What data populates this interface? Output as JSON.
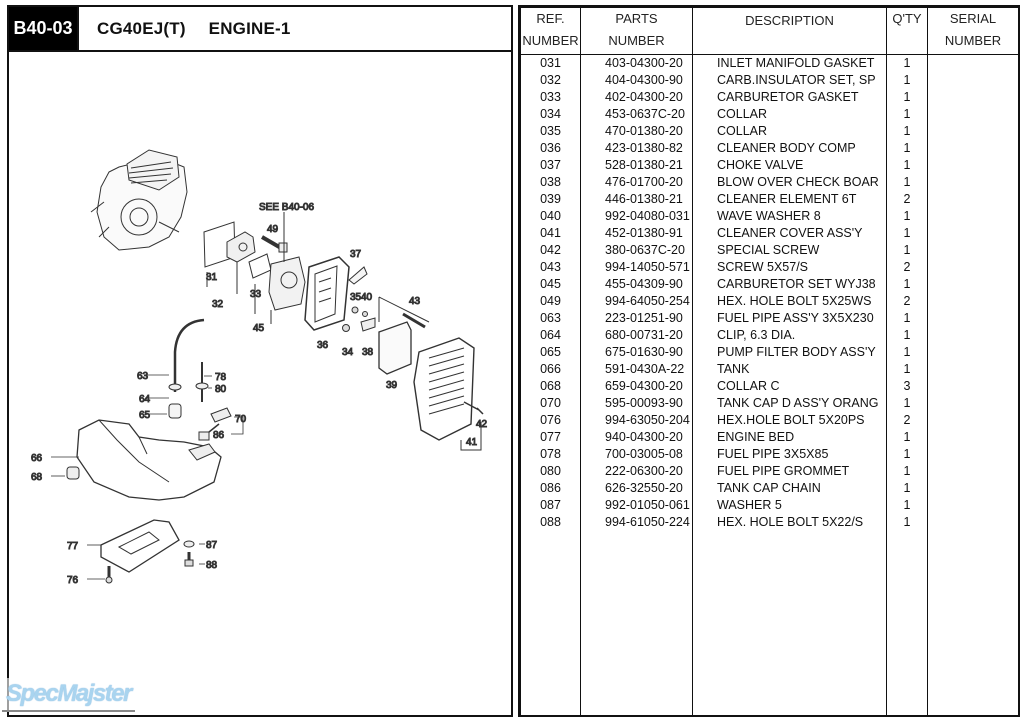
{
  "header": {
    "page_code": "B40-03",
    "model": "CG40EJ(T)",
    "section": "ENGINE-1"
  },
  "diagram": {
    "reference_note": "SEE B40-06",
    "callouts": [
      "31",
      "32",
      "33",
      "34",
      "35",
      "36",
      "37",
      "38",
      "39",
      "40",
      "41",
      "42",
      "43",
      "45",
      "49",
      "63",
      "64",
      "65",
      "66",
      "68",
      "70",
      "76",
      "77",
      "78",
      "80",
      "86",
      "87",
      "88"
    ]
  },
  "watermark": "SpecMajster",
  "table": {
    "headers": {
      "ref": [
        "REF.",
        "NUMBER"
      ],
      "parts": [
        "PARTS",
        "NUMBER"
      ],
      "description": "DESCRIPTION",
      "qty": "Q'TY",
      "serial": [
        "SERIAL",
        "NUMBER"
      ]
    },
    "rows": [
      {
        "ref": "031",
        "part": "403-04300-20",
        "desc": "INLET MANIFOLD GASKET",
        "qty": "1"
      },
      {
        "ref": "032",
        "part": "404-04300-90",
        "desc": "CARB.INSULATOR SET, SP",
        "qty": "1"
      },
      {
        "ref": "033",
        "part": "402-04300-20",
        "desc": "CARBURETOR GASKET",
        "qty": "1"
      },
      {
        "ref": "034",
        "part": "453-0637C-20",
        "desc": "COLLAR",
        "qty": "1"
      },
      {
        "ref": "035",
        "part": "470-01380-20",
        "desc": "COLLAR",
        "qty": "1"
      },
      {
        "ref": "036",
        "part": "423-01380-82",
        "desc": "CLEANER BODY COMP",
        "qty": "1"
      },
      {
        "ref": "037",
        "part": "528-01380-21",
        "desc": "CHOKE VALVE",
        "qty": "1"
      },
      {
        "ref": "038",
        "part": "476-01700-20",
        "desc": "BLOW OVER CHECK BOAR",
        "qty": "1"
      },
      {
        "ref": "039",
        "part": "446-01380-21",
        "desc": "CLEANER ELEMENT 6T",
        "qty": "2"
      },
      {
        "ref": "040",
        "part": "992-04080-031",
        "desc": "WAVE WASHER 8",
        "qty": "1"
      },
      {
        "ref": "041",
        "part": "452-01380-91",
        "desc": "CLEANER COVER ASS'Y",
        "qty": "1"
      },
      {
        "ref": "042",
        "part": "380-0637C-20",
        "desc": "SPECIAL SCREW",
        "qty": "1"
      },
      {
        "ref": "043",
        "part": "994-14050-571",
        "desc": "SCREW 5X57/S",
        "qty": "2"
      },
      {
        "ref": "045",
        "part": "455-04309-90",
        "desc": "CARBURETOR SET WYJ38",
        "qty": "1"
      },
      {
        "ref": "049",
        "part": "994-64050-254",
        "desc": "HEX. HOLE BOLT 5X25WS",
        "qty": "2"
      },
      {
        "ref": "063",
        "part": "223-01251-90",
        "desc": "FUEL PIPE ASS'Y 3X5X230",
        "qty": "1"
      },
      {
        "ref": "064",
        "part": "680-00731-20",
        "desc": "CLIP, 6.3 DIA.",
        "qty": "1"
      },
      {
        "ref": "065",
        "part": "675-01630-90",
        "desc": "PUMP FILTER BODY ASS'Y",
        "qty": "1"
      },
      {
        "ref": "066",
        "part": "591-0430A-22",
        "desc": "TANK",
        "qty": "1"
      },
      {
        "ref": "068",
        "part": "659-04300-20",
        "desc": "COLLAR C",
        "qty": "3"
      },
      {
        "ref": "070",
        "part": "595-00093-90",
        "desc": "TANK CAP D ASS'Y ORANG",
        "qty": "1"
      },
      {
        "ref": "076",
        "part": "994-63050-204",
        "desc": "HEX.HOLE BOLT 5X20PS",
        "qty": "2"
      },
      {
        "ref": "077",
        "part": "940-04300-20",
        "desc": "ENGINE BED",
        "qty": "1"
      },
      {
        "ref": "078",
        "part": "700-03005-08",
        "desc": "FUEL PIPE 3X5X85",
        "qty": "1"
      },
      {
        "ref": "080",
        "part": "222-06300-20",
        "desc": "FUEL PIPE GROMMET",
        "qty": "1"
      },
      {
        "ref": "086",
        "part": "626-32550-20",
        "desc": "TANK CAP CHAIN",
        "qty": "1"
      },
      {
        "ref": "087",
        "part": "992-01050-061",
        "desc": "WASHER 5",
        "qty": "1"
      },
      {
        "ref": "088",
        "part": "994-61050-224",
        "desc": "HEX. HOLE BOLT 5X22/S",
        "qty": "1"
      }
    ]
  }
}
